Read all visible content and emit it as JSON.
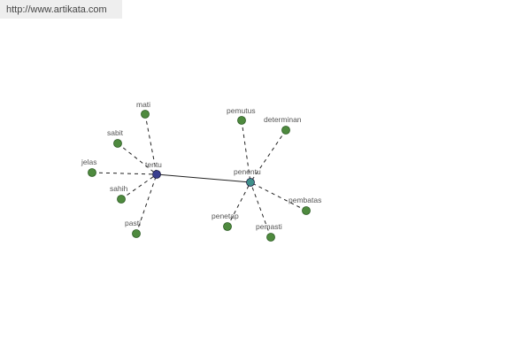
{
  "site": {
    "url": "http://www.artikata.com"
  },
  "colors": {
    "leaf_fill": "#4e8a3e",
    "leaf_stroke": "#2a5a22",
    "tentu_fill": "#3a3f8f",
    "penentu_fill": "#3f8f8a",
    "edge": "#222222"
  },
  "graph": {
    "hubs": [
      {
        "id": "tentu",
        "label": "tentu"
      },
      {
        "id": "penentu",
        "label": "penentu"
      }
    ],
    "leaves": [
      {
        "id": "mati",
        "label": "mati",
        "hub": "tentu"
      },
      {
        "id": "sabit",
        "label": "sabit",
        "hub": "tentu"
      },
      {
        "id": "jelas",
        "label": "jelas",
        "hub": "tentu"
      },
      {
        "id": "sahih",
        "label": "sahih",
        "hub": "tentu"
      },
      {
        "id": "pasti",
        "label": "pasti",
        "hub": "tentu"
      },
      {
        "id": "pemutus",
        "label": "pemutus",
        "hub": "penentu"
      },
      {
        "id": "determinan",
        "label": "determinan",
        "hub": "penentu"
      },
      {
        "id": "pembatas",
        "label": "pembatas",
        "hub": "penentu"
      },
      {
        "id": "penetap",
        "label": "penetap",
        "hub": "penentu"
      },
      {
        "id": "pemasti",
        "label": "pemasti",
        "hub": "penentu"
      }
    ],
    "hub_link": {
      "from": "tentu",
      "to": "penentu"
    }
  }
}
